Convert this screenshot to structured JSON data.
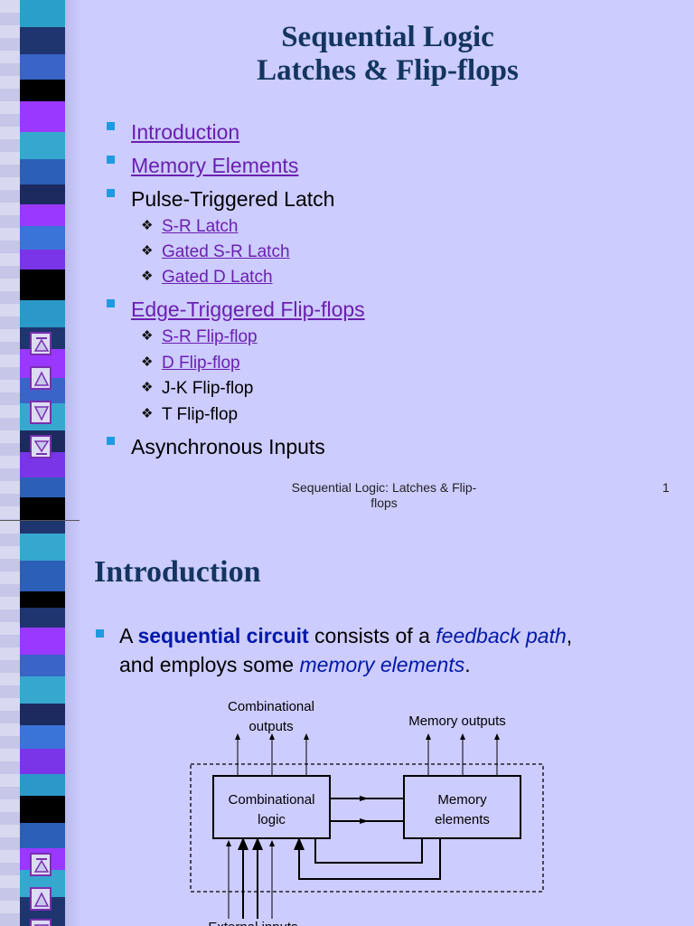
{
  "slide1": {
    "title_line1": "Sequential Logic",
    "title_line2": "Latches & Flip-flops",
    "bullets": [
      {
        "label": "Introduction"
      },
      {
        "label": "Memory Elements"
      },
      {
        "label": "Pulse-Triggered Latch"
      },
      {
        "label": "S-R Latch"
      },
      {
        "label": "Gated S-R Latch"
      },
      {
        "label": "Gated D Latch"
      },
      {
        "label": "Edge-Triggered Flip-flops"
      },
      {
        "label": "S-R Flip-flop"
      },
      {
        "label": "D Flip-flop"
      },
      {
        "label": "J-K Flip-flop"
      },
      {
        "label": "T Flip-flop"
      },
      {
        "label": "Asynchronous Inputs"
      }
    ],
    "footer_line1": "Sequential Logic: Latches & Flip-",
    "footer_line2": "flops",
    "page_number": "1"
  },
  "slide2": {
    "heading": "Introduction",
    "para": {
      "p1": "A ",
      "p2": "sequential circuit",
      "p3": " consists of a ",
      "p4": "feedback path",
      "p5": ",",
      "p6": "and employs some ",
      "p7": "memory elements",
      "p8": "."
    },
    "diagram": {
      "comb_outputs_line1": "Combinational",
      "comb_outputs_line2": "outputs",
      "memory_outputs": "Memory outputs",
      "comb_logic_line1": "Combinational",
      "comb_logic_line2": "logic",
      "memory_elements_line1": "Memory",
      "memory_elements_line2": "elements",
      "external_inputs": "External inputs"
    }
  },
  "colors": {
    "background": "#ccccff",
    "title": "#13355f",
    "link": "#6b1fb0",
    "bullet": "#1e9be0",
    "highlight": "#0018a8"
  },
  "icons": [
    "first-slide-icon",
    "previous-slide-icon",
    "next-slide-icon",
    "last-slide-icon"
  ]
}
